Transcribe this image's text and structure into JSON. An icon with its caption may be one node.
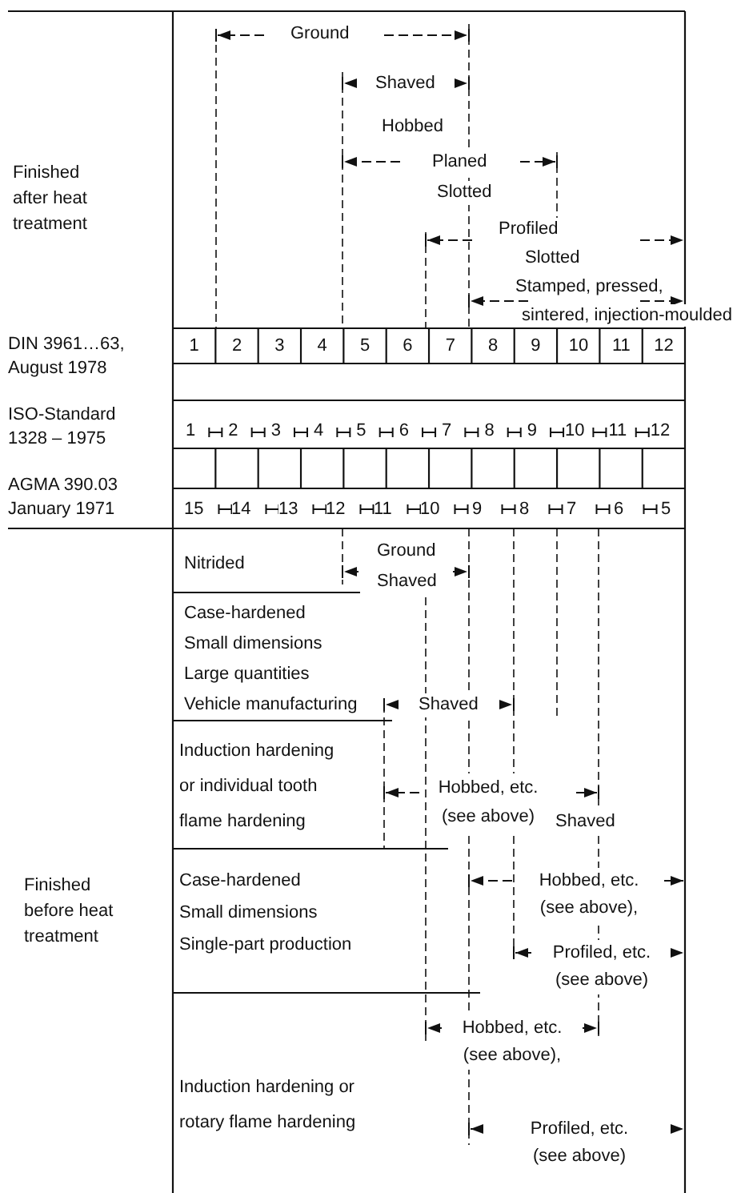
{
  "diagram": {
    "labels": [
      "Finished after heat treatment",
      "Ground",
      "Shaved",
      "Hobbed",
      "Planed",
      "Slotted",
      "Profiled",
      "Slotted",
      "Stamped, pressed,",
      "sintered, injection-moulded",
      "DIN 3961…63, August 1978",
      "1",
      "2",
      "3",
      "4",
      "5",
      "6",
      "7",
      "8",
      "9",
      "10",
      "11",
      "12",
      "ISO-Standard 1328 – 1975",
      "1",
      "2",
      "3",
      "4",
      "5",
      "6",
      "7",
      "8",
      "9",
      "10",
      "11",
      "12",
      "AGMA 390.03 January 1971",
      "15",
      "14",
      "13",
      "12",
      "11",
      "10",
      "9",
      "8",
      "7",
      "6",
      "5",
      "Finished before heat treatment",
      "Nitrided",
      "Ground",
      "Shaved",
      "Case-hardened",
      "Small dimensions",
      "Large quantities",
      "Vehicle manufacturing",
      "Shaved",
      "Induction hardening or individual tooth flame hardening",
      "Hobbed, etc. (see above)",
      "Shaved",
      "Case-hardened",
      "Small dimensions",
      "Single-part production",
      "Hobbed, etc. (see above),",
      "Profiled, etc. (see above)",
      "Induction hardening or rotary flame hardening",
      "Hobbed, etc. (see above),",
      "Profiled, etc. (see above)"
    ]
  }
}
